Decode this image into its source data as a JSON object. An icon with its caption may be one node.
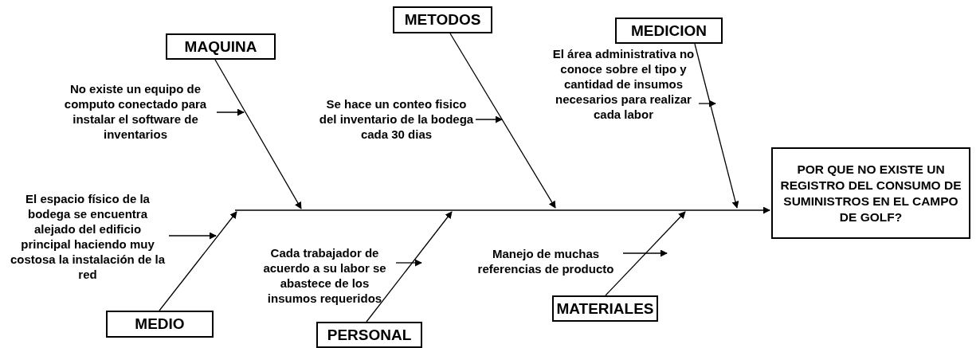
{
  "diagram": {
    "nodes": [
      {
        "text": [
          "MAQUINA"
        ]
      },
      {
        "text": [
          "METODOS"
        ]
      },
      {
        "text": [
          "MEDICION"
        ]
      },
      {
        "text": [
          "No existe un equipo de computo conectado para instalar el software de inventarios"
        ]
      },
      {
        "text": [
          "Se hace un conteo fisico del inventario de la bodega  cada 30 dias"
        ]
      },
      {
        "text": [
          "El área administrativa no conoce sobre el tipo y cantidad de insumos necesarios para realizar cada labor"
        ]
      },
      {
        "text": [
          "POR QUE NO EXISTE UN REGISTRO DEL CONSUMO DE SUMINISTROS EN EL CAMPO DE GOLF?"
        ]
      },
      {
        "text": [
          "El espacio físico de la bodega se encuentra alejado del edificio principal haciendo muy costosa la instalación de la red"
        ]
      },
      {
        "text": [
          "Cada trabajador de acuerdo a su labor se abastece de los insumos requeridos"
        ]
      },
      {
        "text": [
          "Manejo de muchas referencias de producto"
        ]
      },
      {
        "text": [
          "MEDIO"
        ]
      },
      {
        "text": [
          "PERSONAL"
        ]
      },
      {
        "text": [
          "MATERIALES"
        ]
      }
    ],
    "edges": [
      {
        "from": 0,
        "to": null,
        "arrow": "to"
      },
      {
        "from": 1,
        "to": null,
        "arrow": "to"
      },
      {
        "from": 2,
        "to": null,
        "arrow": "to"
      },
      {
        "from": 3,
        "to": null,
        "arrow": "to"
      },
      {
        "from": 4,
        "to": null,
        "arrow": "to"
      },
      {
        "from": 5,
        "to": null,
        "arrow": "to"
      },
      {
        "from": null,
        "to": 6,
        "arrow": "to"
      },
      {
        "from": 10,
        "to": null,
        "arrow": "to"
      },
      {
        "from": 7,
        "to": null,
        "arrow": "to"
      },
      {
        "from": 11,
        "to": null,
        "arrow": "to"
      },
      {
        "from": 8,
        "to": null,
        "arrow": "to"
      },
      {
        "from": 12,
        "to": null,
        "arrow": "to"
      },
      {
        "from": 9,
        "to": null,
        "arrow": "to"
      }
    ]
  }
}
